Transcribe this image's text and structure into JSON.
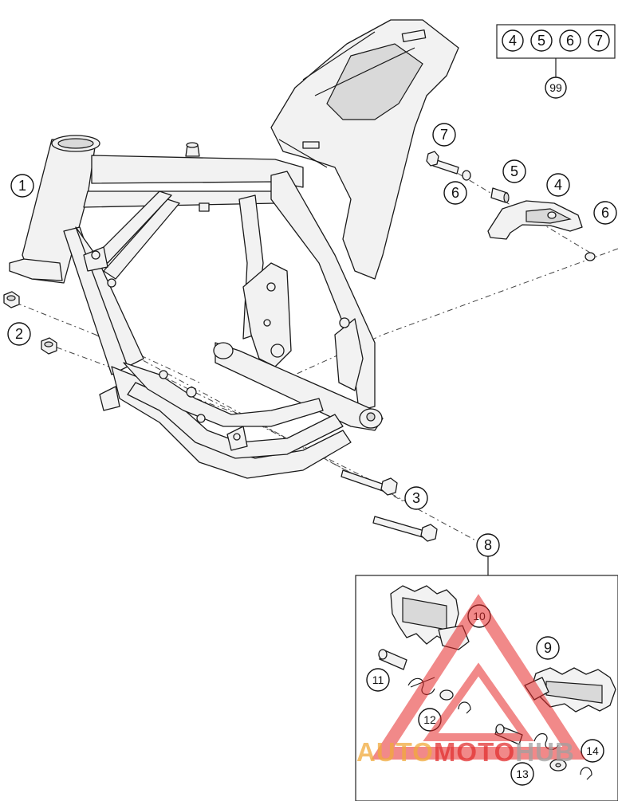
{
  "diagram": {
    "callouts": [
      {
        "id": "c1",
        "label": "1"
      },
      {
        "id": "c2",
        "label": "2"
      },
      {
        "id": "c3",
        "label": "3"
      },
      {
        "id": "c4",
        "label": "4"
      },
      {
        "id": "c5",
        "label": "5"
      },
      {
        "id": "c6a",
        "label": "6"
      },
      {
        "id": "c6b",
        "label": "6"
      },
      {
        "id": "c7",
        "label": "7"
      },
      {
        "id": "c8",
        "label": "8"
      },
      {
        "id": "c9",
        "label": "9"
      },
      {
        "id": "c10",
        "label": "10"
      },
      {
        "id": "c11",
        "label": "11"
      },
      {
        "id": "c12",
        "label": "12"
      },
      {
        "id": "c13",
        "label": "13"
      },
      {
        "id": "c14",
        "label": "14"
      }
    ],
    "kit": {
      "items": [
        "4",
        "5",
        "6",
        "7"
      ],
      "kit_label": "99"
    }
  },
  "watermark": {
    "part1": "AUTO",
    "part2": "MOTO",
    "part3": "HUB",
    "colors": {
      "part1": "#f0aa3c",
      "part2": "#e13232",
      "part3": "#a0a0a0",
      "triangle": "#e62828"
    }
  }
}
